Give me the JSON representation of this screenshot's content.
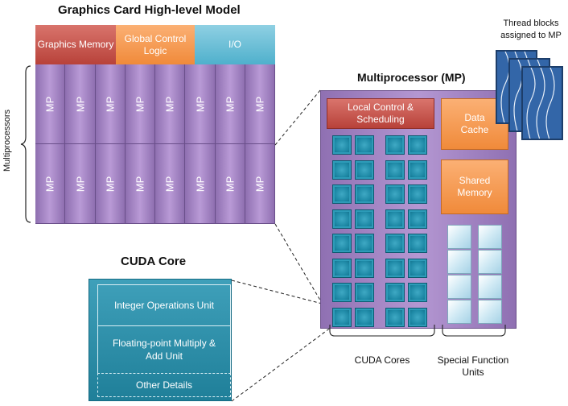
{
  "graphics_card": {
    "title": "Graphics Card High-level Model",
    "top": [
      {
        "label": "Graphics Memory"
      },
      {
        "label": "Global Control Logic"
      },
      {
        "label": "I/O"
      }
    ],
    "cell_label": "MP",
    "rows": 2,
    "cols": 8,
    "side_label": "Multiprocessors"
  },
  "multiprocessor": {
    "title": "Multiprocessor (MP)",
    "local_control": "Local Control & Scheduling",
    "data_cache": "Data Cache",
    "shared_memory": "Shared Memory",
    "cuda_cores_label": "CUDA Cores",
    "sfu_label": "Special Function Units"
  },
  "thread_blocks": {
    "label": "Thread blocks assigned to MP"
  },
  "cuda_core": {
    "title": "CUDA Core",
    "integer_unit": "Integer Operations Unit",
    "fp_unit": "Floating-point Multiply & Add Unit",
    "other": "Other Details"
  },
  "colors": {
    "mp_purple": "#9b7dbd",
    "red": "#c0504d",
    "orange": "#f79646",
    "cyan": "#4bacc6",
    "teal_core": "#1f8aa7",
    "thread_block_blue": "#3366a8"
  }
}
